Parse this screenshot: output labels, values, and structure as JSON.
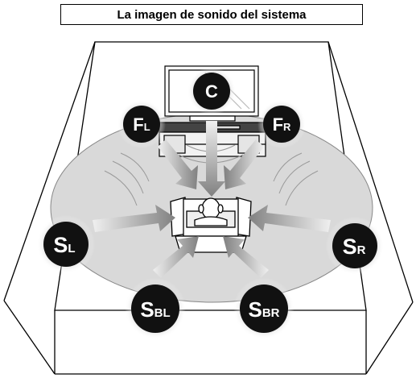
{
  "title": "La imagen de sonido del sistema",
  "speakers": [
    {
      "id": "center",
      "main": "C",
      "sub": ""
    },
    {
      "id": "front-left",
      "main": "F",
      "sub": "L"
    },
    {
      "id": "front-right",
      "main": "F",
      "sub": "R"
    },
    {
      "id": "surround-left",
      "main": "S",
      "sub": "L"
    },
    {
      "id": "surround-right",
      "main": "S",
      "sub": "R"
    },
    {
      "id": "surround-back-left",
      "main": "S",
      "sub": "BL"
    },
    {
      "id": "surround-back-right",
      "main": "S",
      "sub": "BR"
    }
  ],
  "colors": {
    "floor": "#d9d9d9",
    "speaker": "#111111",
    "speaker_text": "#ffffff",
    "arrow_dark": "#8a8a8a",
    "arrow_light": "#e6e6e6",
    "line": "#000000"
  }
}
